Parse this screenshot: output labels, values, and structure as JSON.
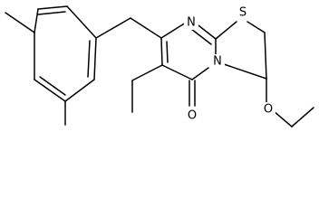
{
  "molecule": {
    "atoms": {
      "n_ring": "N",
      "n_bridge": "N",
      "s_thiazole": "S",
      "o_carbonyl": "O",
      "o_ether": "O"
    }
  }
}
